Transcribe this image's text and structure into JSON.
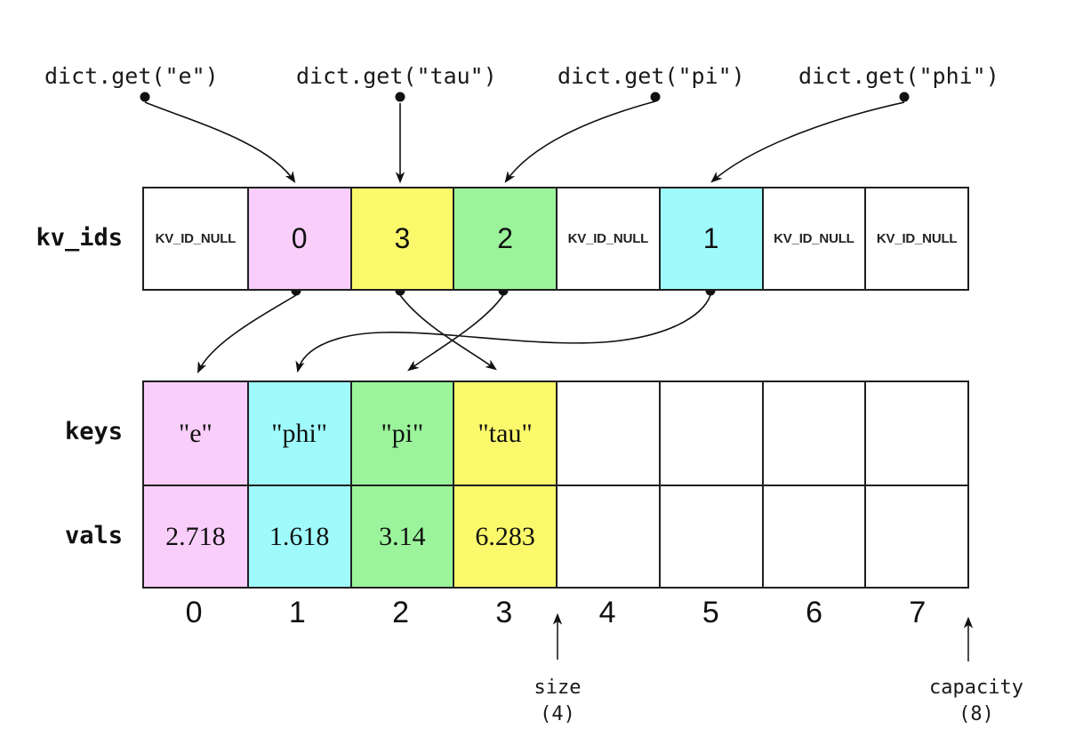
{
  "colors": {
    "white": "#ffffff",
    "pink": "#f9cefa",
    "cyan": "#9ffafc",
    "green": "#9bf49b",
    "yellow": "#fbf96b"
  },
  "calls": [
    {
      "label": "dict.get(\"e\")"
    },
    {
      "label": "dict.get(\"tau\")"
    },
    {
      "label": "dict.get(\"pi\")"
    },
    {
      "label": "dict.get(\"phi\")"
    }
  ],
  "kv_ids": {
    "label": "kv_ids",
    "cells": [
      {
        "text": "KV_ID_NULL",
        "color": "white"
      },
      {
        "text": "0",
        "color": "pink"
      },
      {
        "text": "3",
        "color": "yellow"
      },
      {
        "text": "2",
        "color": "green"
      },
      {
        "text": "KV_ID_NULL",
        "color": "white"
      },
      {
        "text": "1",
        "color": "cyan"
      },
      {
        "text": "KV_ID_NULL",
        "color": "white"
      },
      {
        "text": "KV_ID_NULL",
        "color": "white"
      }
    ]
  },
  "keys": {
    "label": "keys",
    "cells": [
      {
        "text": "\"e\"",
        "color": "pink"
      },
      {
        "text": "\"phi\"",
        "color": "cyan"
      },
      {
        "text": "\"pi\"",
        "color": "green"
      },
      {
        "text": "\"tau\"",
        "color": "yellow"
      },
      {
        "text": "",
        "color": "white"
      },
      {
        "text": "",
        "color": "white"
      },
      {
        "text": "",
        "color": "white"
      },
      {
        "text": "",
        "color": "white"
      }
    ]
  },
  "vals": {
    "label": "vals",
    "cells": [
      {
        "text": "2.718",
        "color": "pink"
      },
      {
        "text": "1.618",
        "color": "cyan"
      },
      {
        "text": "3.14",
        "color": "green"
      },
      {
        "text": "6.283",
        "color": "yellow"
      },
      {
        "text": "",
        "color": "white"
      },
      {
        "text": "",
        "color": "white"
      },
      {
        "text": "",
        "color": "white"
      },
      {
        "text": "",
        "color": "white"
      }
    ]
  },
  "indices": [
    "0",
    "1",
    "2",
    "3",
    "4",
    "5",
    "6",
    "7"
  ],
  "size_annotation": {
    "label": "size",
    "value": "(4)"
  },
  "capacity_annotation": {
    "label": "capacity",
    "value": "(8)"
  }
}
